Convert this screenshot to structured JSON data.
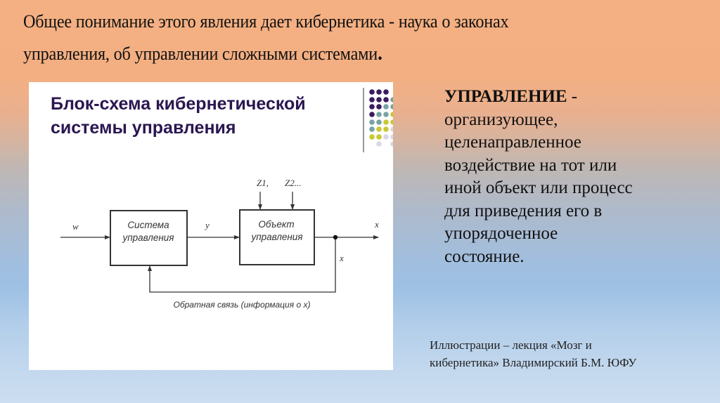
{
  "heading": {
    "text": "Общее понимание этого явления дает кибернетика - наука о законах управления, об управлении сложными системами",
    "line1": "Общее понимание этого явления дает кибернетика - наука о законах",
    "line2": "управления, об управлении сложными системами",
    "period": "."
  },
  "figure": {
    "title_line1": "Блок-схема кибернетической",
    "title_line2": "системы управления",
    "title_color": "#2A1650",
    "diagram": {
      "block_control_system": {
        "line1": "Система",
        "line2": "управления"
      },
      "block_control_object": {
        "line1": "Объект",
        "line2": "управления"
      },
      "input_label": "w",
      "intermediate_label": "y",
      "output_label": "x",
      "feedback_branch_label": "x",
      "disturbance_1": "Z1,",
      "disturbance_2": "Z2...",
      "feedback_caption": "Обратная связь (информация о x)"
    },
    "dot_palette": {
      "dark_purple": "#3A1C5E",
      "teal": "#78A3A3",
      "yellow_green": "#C8C834",
      "light_lavender": "#D8D8E8"
    }
  },
  "definition": {
    "term": "УПРАВЛЕНИЕ",
    "dash": " -",
    "lines": [
      "организующее,",
      "целенаправленное",
      "воздействие на тот или",
      "иной объект или процесс",
      "для приведения его в",
      "упорядоченное",
      "состояние."
    ]
  },
  "credit": {
    "line1": "Иллюстрации – лекция «Мозг и",
    "line2": "кибернетика» Владимирский Б.М. ЮФУ"
  },
  "colors": {
    "background_top": "#F4B082",
    "background_middle": "#9EC1E4",
    "background_bottom": "#CCDEF1"
  }
}
